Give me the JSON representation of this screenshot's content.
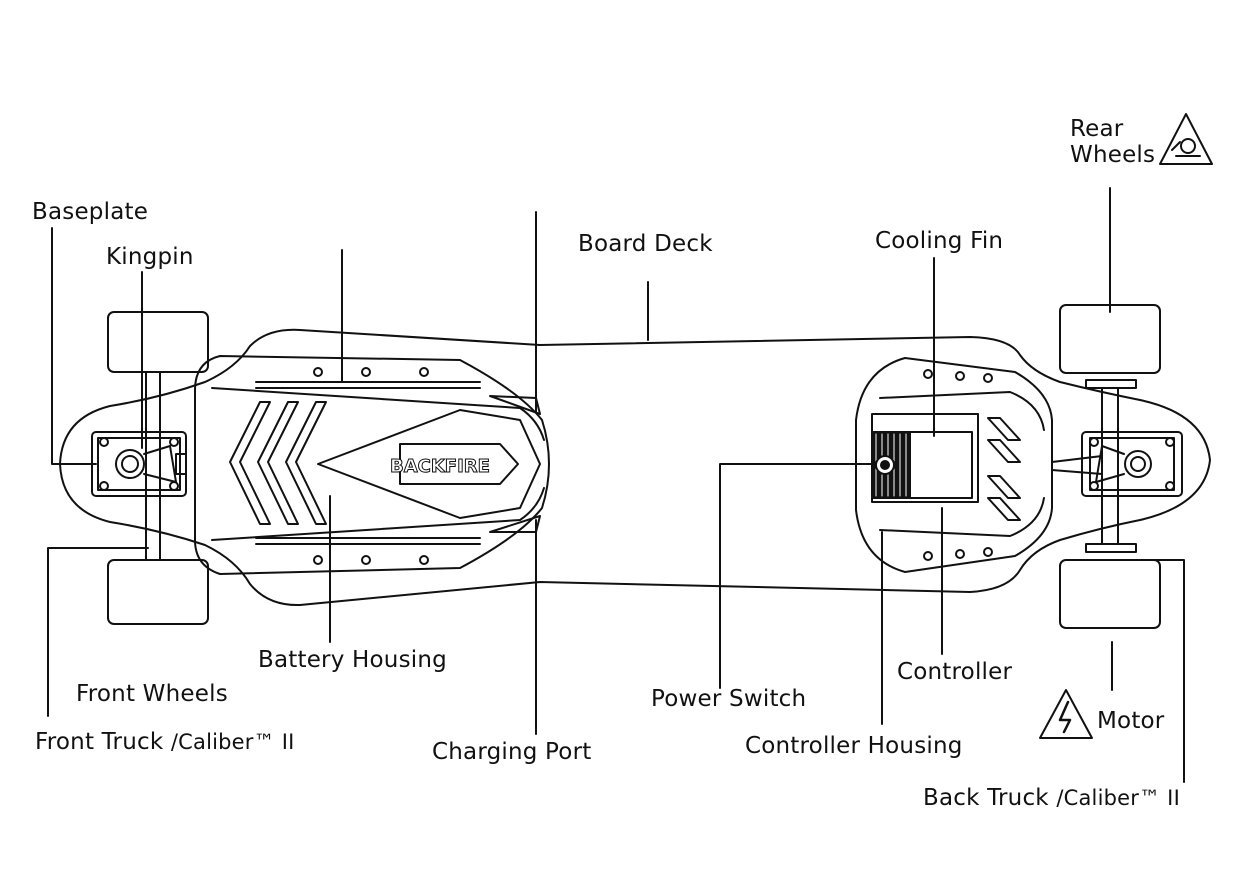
{
  "labels": {
    "baseplate": "Baseplate",
    "kingpin": "Kingpin",
    "board_deck": "Board Deck",
    "cooling_fin": "Cooling Fin",
    "rear_wheels_line1": "Rear",
    "rear_wheels_line2": "Wheels",
    "battery_housing": "Battery Housing",
    "front_wheels": "Front Wheels",
    "front_truck": "Front Truck",
    "front_truck_model": "/Caliber™ II",
    "charging_port": "Charging Port",
    "power_switch": "Power Switch",
    "controller": "Controller",
    "controller_housing": "Controller  Housing",
    "motor": "Motor",
    "back_truck": "Back  Truck",
    "back_truck_model": "/Caliber™ II"
  },
  "deck_brand": "BACKFIRE",
  "icons": {
    "rear_wheels_warning": "pinch-hazard-warning-icon",
    "motor_warning": "electric-hazard-warning-icon"
  },
  "colors": {
    "line": "#111111",
    "background": "#ffffff"
  }
}
